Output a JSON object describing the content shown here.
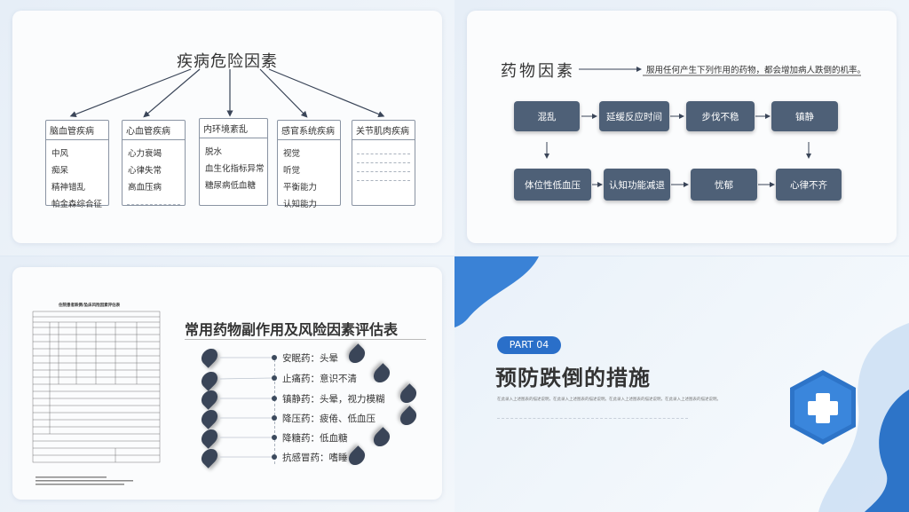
{
  "slide1": {
    "title": "疾病危险因素",
    "categories": [
      {
        "label": "脑血管疾病",
        "items": [
          "中风",
          "痴呆",
          "精神错乱",
          "帕金森综合征"
        ]
      },
      {
        "label": "心血管疾病",
        "items": [
          "心力衰竭",
          "心律失常",
          "高血压病"
        ]
      },
      {
        "label": "内环境紊乱",
        "items": [
          "脱水",
          "血生化指标异常",
          "糖尿病低血糖"
        ]
      },
      {
        "label": "感官系统疾病",
        "items": [
          "视觉",
          "听觉",
          "平衡能力",
          "认知能力"
        ]
      },
      {
        "label": "关节肌肉疾病",
        "items": []
      }
    ]
  },
  "slide2": {
    "title": "药物因素",
    "description": "服用任何产生下列作用的药物，都会增加病人跌倒的机率。",
    "row1": [
      "混乱",
      "延缓反应时间",
      "步伐不稳",
      "镇静"
    ],
    "row2": [
      "体位性低血压",
      "认知功能减退",
      "忧郁",
      "心律不齐"
    ]
  },
  "slide3": {
    "title": "常用药物副作用及风险因素评估表",
    "form_title": "住院患者跌倒/坠床风险因素评估表",
    "items": [
      "安眠药：头晕",
      "止痛药：意识不清",
      "镇静药：头晕，视力模糊",
      "降压药：疲倦、低血压",
      "降糖药：低血糖",
      "抗感冒药：嗜睡"
    ]
  },
  "slide4": {
    "part_label": "PART 04",
    "title": "预防跌倒的措施",
    "subtitle": "在此录入上述图表的描述说明，在此录入上述图表的描述说明。在此录入上述图表的描述说明，在此录入上述图表的描述说明。"
  },
  "colors": {
    "dark_box": "#4e6077",
    "accent": "#2a6fc9"
  }
}
